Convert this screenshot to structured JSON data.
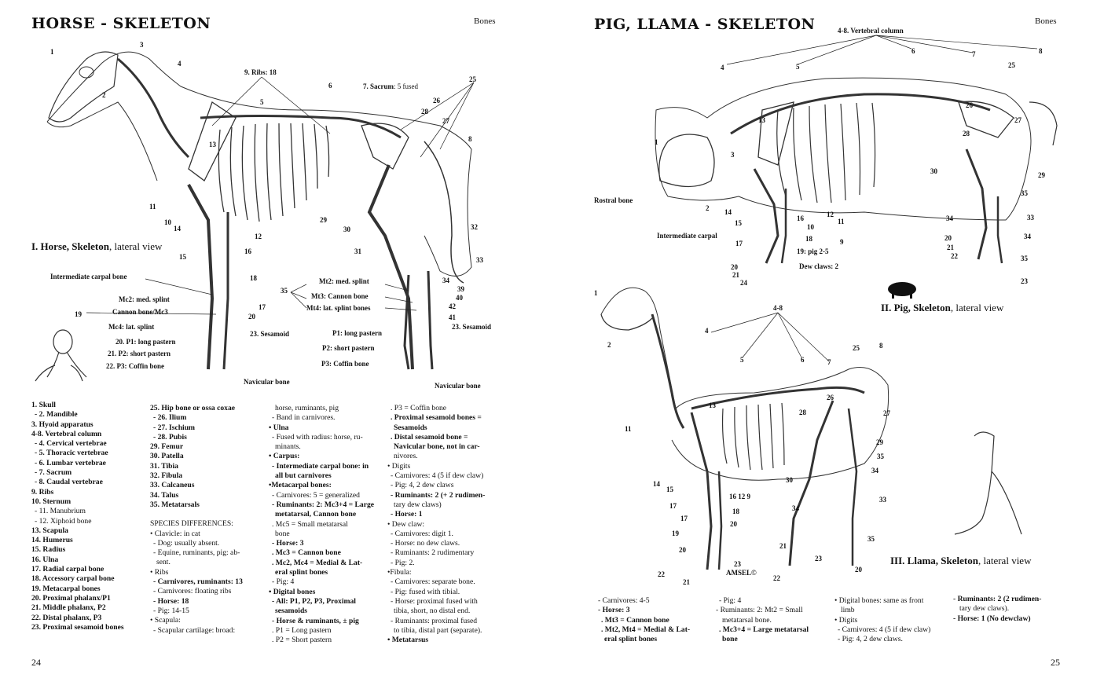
{
  "left_page": {
    "title": "HORSE - SKELETON",
    "running_head": "Bones",
    "page_number": "24",
    "figure_caption_bold": "I. Horse, Skeleton",
    "figure_caption_rest": ", lateral view",
    "labels": {
      "n1": "1",
      "n2": "2",
      "n3": "3",
      "n4": "4",
      "n5": "5",
      "n6": "6",
      "n8": "8",
      "ribs": "9. Ribs: 18",
      "sacrum_num": "7. Sacrum",
      "sacrum_rest": ": 5 fused",
      "n25": "25",
      "n26": "26",
      "n28": "28",
      "n27": "27",
      "n13": "13",
      "n11": "11",
      "n10": "10",
      "n14": "14",
      "n15": "15",
      "n16": "16",
      "n12": "12",
      "n29": "29",
      "n30": "30",
      "n31": "31",
      "n32": "32",
      "n33": "33",
      "intermediate_carpal": "Intermediate carpal bone",
      "n18": "18",
      "n17": "17",
      "n20": "20",
      "n19": "19",
      "mc2": "Mc2: med. splint",
      "mc3": "Cannon bone/Mc3",
      "mc4": "Mc4: lat. splint",
      "p1": "20. P1: long pastern",
      "p2": "21. P2: short pastern",
      "p3": "22. P3: Coffin bone",
      "sesamoid23": "23. Sesamoid",
      "navicular": "Navicular bone",
      "n35": "35",
      "mt2": "Mt2: med. splint",
      "mt3": "Mt3: Cannon bone",
      "mt4": "Mt4: lat. splint bones",
      "n34": "34",
      "n39": "39",
      "n40": "40",
      "n42": "42",
      "n41": "41",
      "sesamoid_r": "23. Sesamoid",
      "hp1": "P1: long pastern",
      "hp2": "P2: short pastern",
      "hp3": "P3: Coffin bone",
      "navicular_r": "Navicular bone"
    },
    "col1": [
      "1. Skull",
      "- 2. Mandible",
      "3. Hyoid apparatus",
      "4-8. Vertebral column",
      "- 4. Cervical vertebrae",
      "- 5. Thoracic vertebrae",
      "- 6. Lumbar vertebrae",
      "- 7. Sacrum",
      "- 8. Caudal vertebrae",
      "9. Ribs",
      "10. Sternum",
      "- 11. Manubrium",
      "- 12. Xiphoid bone",
      "13. Scapula",
      "14. Humerus",
      "15. Radius",
      "16. Ulna",
      "17. Radial carpal bone",
      "18. Accessory carpal bone",
      "19. Metacarpal bones",
      "20. Proximal phalanx/P1",
      "21. Middle phalanx, P2",
      "22. Distal phalanx, P3",
      "23. Proximal sesamoid bones"
    ],
    "col2": [
      "25. Hip bone or ossa coxae",
      "- 26. Ilium",
      "- 27. Ischium",
      "- 28. Pubis",
      "29. Femur",
      "30. Patella",
      "31. Tibia",
      "32. Fibula",
      "33. Calcaneus",
      "34. Talus",
      "35. Metatarsals",
      "",
      "SPECIES DIFFERENCES:",
      "• Clavicle: in cat",
      "- Dog: usually absent.",
      "- Equine, ruminants, pig: ab-",
      "sent.",
      "• Ribs",
      "- Carnivores, ruminants: 13",
      "- Carnivores: floating ribs",
      "- Horse: 18",
      "- Pig: 14-15",
      "• Scapula:",
      "- Scapular cartilage: broad:"
    ],
    "col3": [
      "horse, ruminants, pig",
      "- Band in carnivores.",
      "• Ulna",
      "- Fused with radius: horse, ru-",
      "minants.",
      "• Carpus:",
      "- Intermediate carpal bone: in",
      "all but carnivores",
      "•Metacarpal bones:",
      "- Carnivores: 5 = generalized",
      "- Ruminants: 2: Mc3+4 = Large",
      "metatarsal, Cannon bone",
      ". Mc5 = Small metatarsal",
      "bone",
      "- Horse: 3",
      ". Mc3 = Cannon bone",
      ". Mc2, Mc4 = Medial & Lat-",
      "eral splint bones",
      "- Pig: 4",
      "• Digital bones",
      "- All: P1, P2, P3, Proximal",
      "sesamoids",
      "- Horse & ruminants, ± pig",
      ". P1 = Long pastern",
      ". P2 = Short pastern"
    ],
    "col4": [
      ". P3 = Coffin bone",
      ". Proximal sesamoid bones =",
      "Sesamoids",
      ". Distal sesamoid bone =",
      "Navicular bone, not in car-",
      "nivores.",
      "• Digits",
      "- Carnivores: 4 (5 if dew claw)",
      "- Pig: 4, 2 dew claws",
      "- Ruminants: 2 (+ 2 rudimen-",
      "tary dew claws)",
      "- Horse: 1",
      "• Dew claw:",
      "- Carnivores: digit 1.",
      "- Horse: no dew claws.",
      "- Ruminants: 2 rudimentary",
      "- Pig: 2.",
      "•Fibula:",
      "- Carnivores: separate bone.",
      "- Pig: fused with tibial.",
      "- Horse: proximal fused with",
      "tibia, short, no distal end.",
      "- Ruminants: proximal fused",
      "to tibia, distal part (separate).",
      "• Metatarsus"
    ]
  },
  "right_page": {
    "title": "PIG, LLAMA - SKELETON",
    "running_head": "Bones",
    "page_number": "25",
    "pig_caption_bold": "II. Pig, Skeleton",
    "pig_caption_rest": ", lateral view",
    "llama_caption_bold": "III. Llama, Skeleton",
    "llama_caption_rest": ", lateral view",
    "pig_labels": {
      "vert": "4-8. Vertebral column",
      "n4": "4",
      "n5": "5",
      "n6": "6",
      "n7": "7",
      "n8": "8",
      "n25": "25",
      "n26": "26",
      "n27": "27",
      "n28": "28",
      "n13": "13",
      "n1": "1",
      "n3": "3",
      "rostral": "Rostral bone",
      "n2": "2",
      "n29": "29",
      "n30": "30",
      "n35": "35",
      "n14": "14",
      "n15": "15",
      "n16": "16",
      "n10": "10",
      "n12": "12",
      "n11": "11",
      "n9": "9",
      "n34": "34",
      "n33": "33",
      "intermediate_carpal": "Intermediate carpal",
      "n18": "18",
      "n17": "17",
      "n19": "19: pig 2-5",
      "n20": "20",
      "n21": "21",
      "n22": "22",
      "n24": "24",
      "dew": "Dew claws: 2",
      "n23": "23",
      "n34b": "34",
      "n20b": "20",
      "n21b": "21",
      "n22b": "22",
      "n35b": "35"
    },
    "llama_labels": {
      "n1": "1",
      "n2": "2",
      "n48": "4-8",
      "n4": "4",
      "n5": "5",
      "n6": "6",
      "n7": "7",
      "n25": "25",
      "n8": "8",
      "n26": "26",
      "n28": "28",
      "n27": "27",
      "n13": "13",
      "n11": "11",
      "n29": "29",
      "n35": "35",
      "n34": "34",
      "n30": "30",
      "n14": "14",
      "n15": "15",
      "n16129": "16 12 9",
      "n33": "33",
      "n17": "17",
      "n18": "18",
      "n34b": "34",
      "n17b": "17",
      "n20": "20",
      "n19": "19",
      "n35b": "35",
      "n20b": "20",
      "n21": "21",
      "n23": "23",
      "n22": "22",
      "n23b": "23",
      "n21b": "21",
      "n20c": "20",
      "n22b": "22",
      "artist": "AMSEL©"
    },
    "col1": [
      "- Carnivores: 4-5",
      "- Horse: 3",
      ". Mt3 = Cannon bone",
      ". Mt2, Mt4 = Medial & Lat-",
      "eral splint bones"
    ],
    "col2": [
      "- Pig: 4",
      "- Ruminants: 2: Mt2 = Small",
      "metatarsal bone.",
      ". Mc3+4 = Large metatarsal",
      "bone"
    ],
    "col3": [
      "• Digital bones: same as front",
      "limb",
      "• Digits",
      "- Carnivores: 4 (5 if dew claw)",
      "- Pig: 4, 2 dew claws."
    ],
    "col4": [
      "- Ruminants: 2 (2 rudimen-",
      "tary dew claws).",
      "- Horse: 1 (No dewclaw)"
    ]
  }
}
